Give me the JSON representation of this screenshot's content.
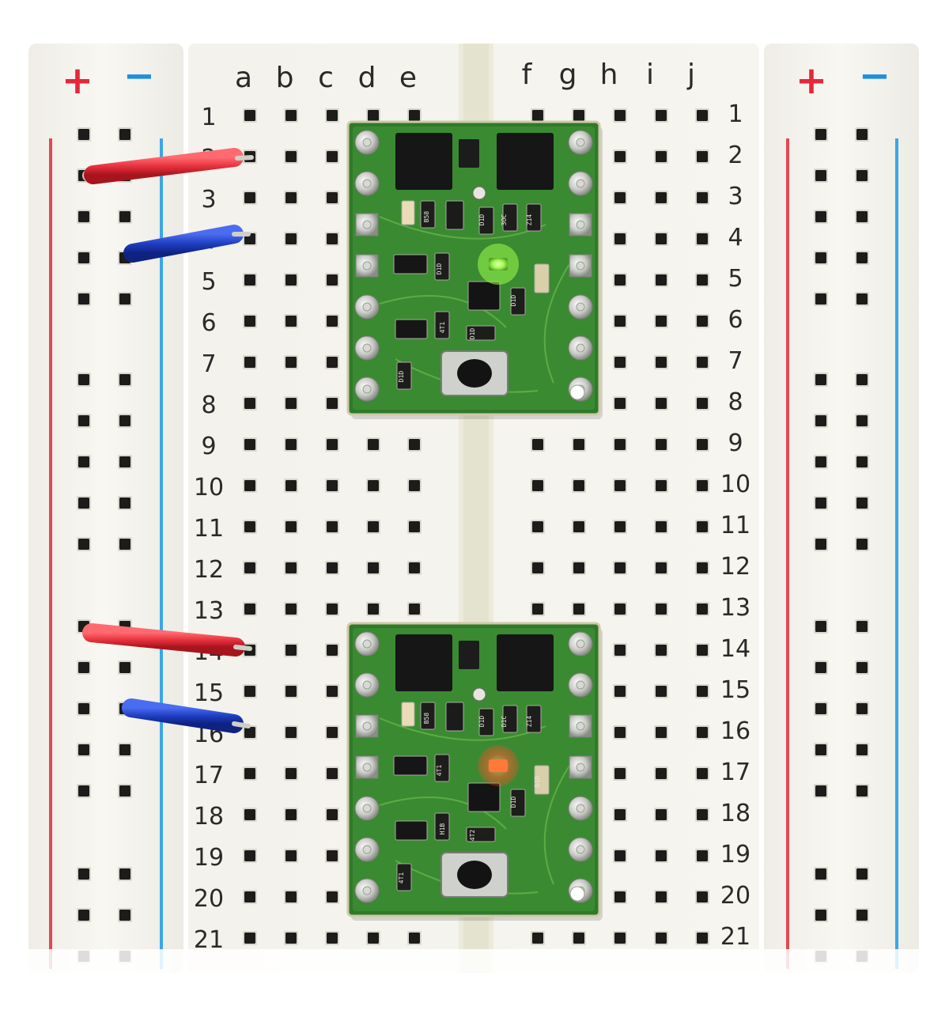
{
  "photo": {
    "rail_left": {
      "plus": "+",
      "minus": "−"
    },
    "rail_right": {
      "plus": "+",
      "minus": "−"
    },
    "columns_left": [
      "a",
      "b",
      "c",
      "d",
      "e"
    ],
    "columns_right": [
      "f",
      "g",
      "h",
      "i",
      "j"
    ],
    "rows": [
      "1",
      "2",
      "3",
      "4",
      "5",
      "6",
      "7",
      "8",
      "9",
      "10",
      "11",
      "12",
      "13",
      "14",
      "15",
      "16",
      "17",
      "18",
      "19",
      "20",
      "21"
    ],
    "board_top": {
      "led_color": "#9cff4a",
      "markings": [
        "B58",
        "D1D",
        "3OC",
        "Z14",
        "D1D",
        "D1D",
        "4T1",
        "D1D",
        "D1D"
      ]
    },
    "board_bottom": {
      "led_color": "#ff3b1f",
      "markings": [
        "B58",
        "D1D",
        "D1C",
        "Z14",
        "4T1",
        "D1D",
        "H1B",
        "4T2",
        "4T1",
        "D1D"
      ]
    },
    "wire_colors": {
      "positive": "#e8323e",
      "negative": "#1f3ec2"
    }
  }
}
